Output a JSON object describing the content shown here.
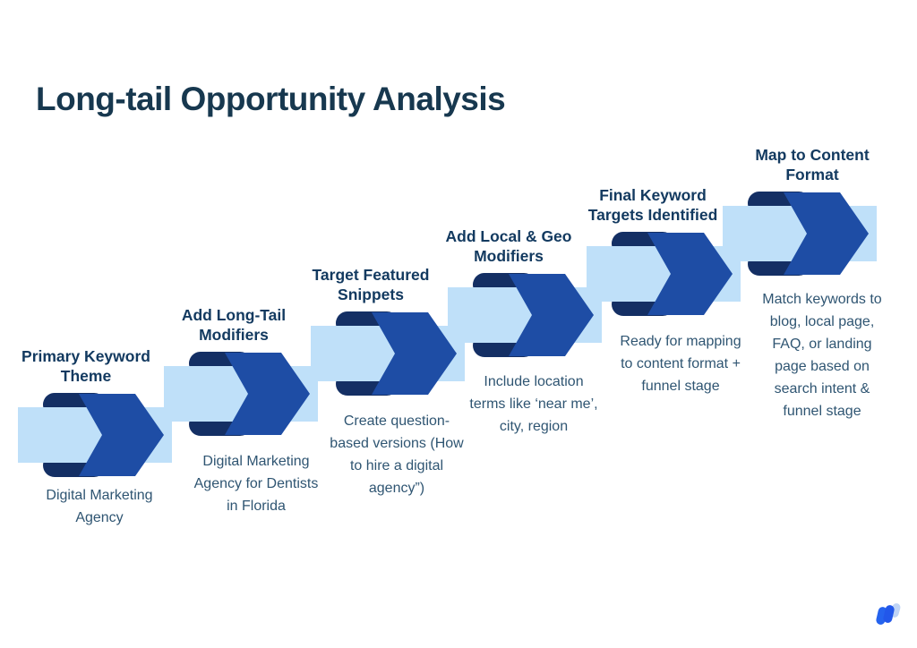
{
  "title": "Long-tail Opportunity Analysis",
  "diagram": {
    "type": "staircase-process-flow",
    "direction": "ascending-left-to-right",
    "step_count": 6
  },
  "steps": [
    {
      "heading": "Primary Keyword\nTheme",
      "description": "Digital Marketing\nAgency"
    },
    {
      "heading": "Add Long-Tail\nModifiers",
      "description": "Digital Marketing\nAgency for Dentists\nin Florida"
    },
    {
      "heading": "Target Featured\nSnippets",
      "description": "Create question-\nbased versions (How\nto hire a digital\nagency”)"
    },
    {
      "heading": "Add Local & Geo\nModifiers",
      "description": "Include location\nterms like ‘near me’,\ncity, region"
    },
    {
      "heading": "Final Keyword\nTargets Identified",
      "description": "Ready for mapping\nto content format +\nfunnel stage"
    },
    {
      "heading": "Map to Content\nFormat",
      "description": "Match keywords to\nblog, local page,\nFAQ, or landing\npage based on\nsearch intent &\nfunnel stage"
    }
  ],
  "colors": {
    "background": "#FFFFFF",
    "title_text": "#17384F",
    "heading_text": "#133A60",
    "body_text": "#2F5572",
    "band_light_blue": "#BFE0F9",
    "arrow_blue": "#1E4DA5",
    "arrow_shadow_navy": "#142F64",
    "logo_blue": "#2563EE",
    "logo_light_blue": "#BFD4F6"
  },
  "icons": {
    "brand_mark": "whimsical-w-logo"
  }
}
